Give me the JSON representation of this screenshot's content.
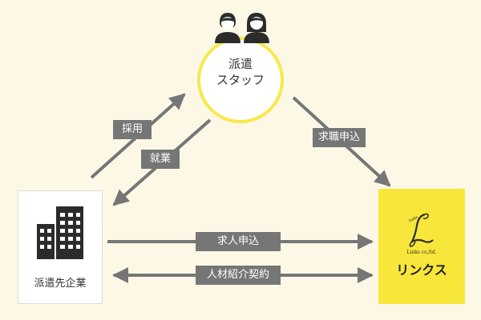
{
  "nodes": {
    "staff": {
      "line1": "派遣",
      "line2": "スタッフ"
    },
    "company": {
      "label": "派遣先企業"
    },
    "links": {
      "name": "リンクス",
      "logo_top": "links",
      "logo_bottom": "Links co,ltd."
    }
  },
  "edges": {
    "hire": "採用",
    "work": "就業",
    "job_application": "求職申込",
    "job_offer": "求人申込",
    "staffing_contract": "人材紹介契約"
  },
  "colors": {
    "background": "#fdf8e6",
    "accent_yellow": "#f8e63a",
    "circle_border": "#f6e94a",
    "arrow_gray": "#767676",
    "icon_dark": "#2b2b2b"
  },
  "icons": [
    "staff-people-icon",
    "building-icon",
    "links-logo-icon"
  ]
}
